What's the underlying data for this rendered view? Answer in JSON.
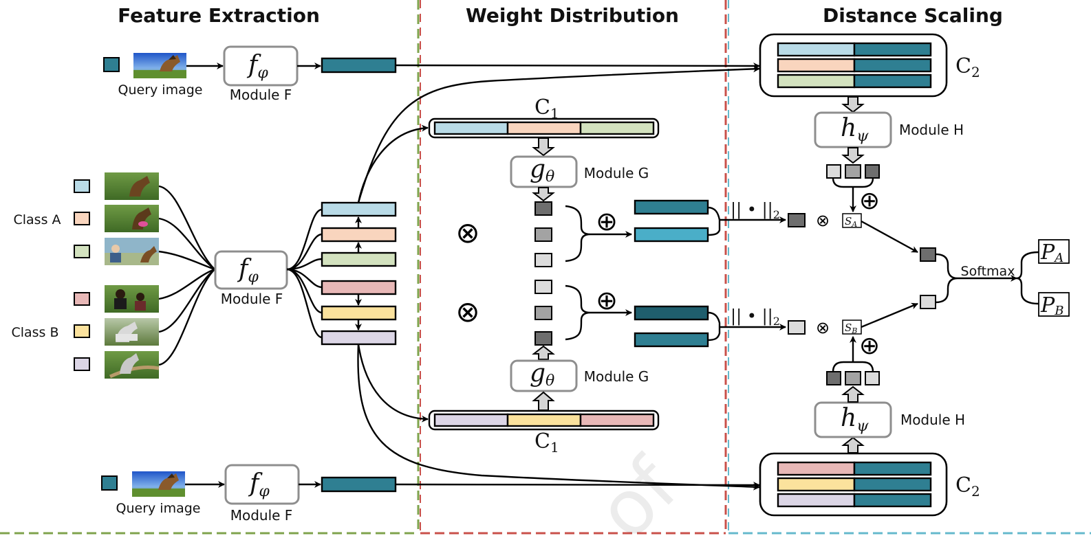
{
  "sections": {
    "feature_extraction": "Feature Extraction",
    "weight_distribution": "Weight Distribution",
    "distance_scaling": "Distance Scaling"
  },
  "labels": {
    "query_image": "Query image",
    "module_f": "Module F",
    "module_g": "Module G",
    "module_h": "Module H",
    "class_a": "Class A",
    "class_b": "Class B",
    "softmax": "Softmax"
  },
  "symbols": {
    "f_func": "f",
    "f_sub": "φ",
    "g_func": "g",
    "g_sub": "θ",
    "h_func": "h",
    "h_sub": "ψ",
    "c1": "C",
    "c1_sub": "1",
    "c2": "C",
    "c2_sub": "2",
    "norm": "|| • ||",
    "norm_sub": "2",
    "sa": "S",
    "sa_sub": "A",
    "sb": "S",
    "sb_sub": "B",
    "pa": "P",
    "pa_sub": "A",
    "pb": "P",
    "pb_sub": "B",
    "oplus": "⊕",
    "otimes": "⊗"
  },
  "colors": {
    "class_a": [
      "#b9dbe7",
      "#f9d5be",
      "#d3e2bf"
    ],
    "class_b": [
      "#e8b8b7",
      "#fbe29d",
      "#dcd6e6"
    ],
    "query_feature": "#2f7f92",
    "query_feature_dark": "#1f5e6d",
    "query_feature_light": "#4aaec8",
    "weight_dark": "#6e6e6e",
    "weight_mid": "#a3a3a3",
    "weight_light": "#dcdcdc",
    "divider_green": "#7fa34c",
    "divider_red": "#c9504a",
    "divider_cyan": "#65b9cc"
  },
  "watermark": "of"
}
